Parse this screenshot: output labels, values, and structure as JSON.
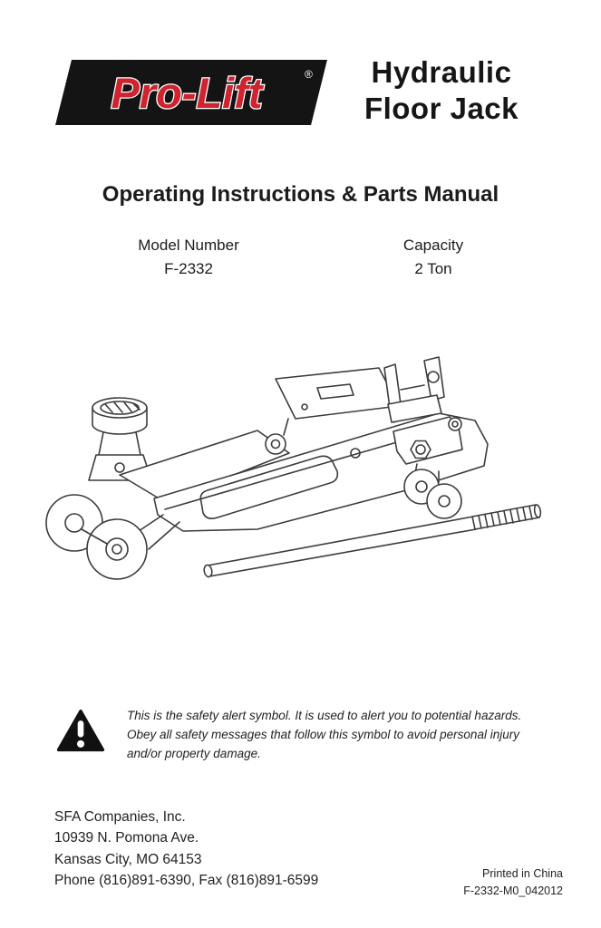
{
  "brand": {
    "logo_text": "Pro-Lift",
    "registered_mark": "®",
    "title_line1": "Hydraulic",
    "title_line2": "Floor Jack"
  },
  "heading": "Operating Instructions & Parts Manual",
  "model": {
    "label": "Model Number",
    "value": "F-2332"
  },
  "capacity": {
    "label": "Capacity",
    "value": "2 Ton"
  },
  "safety": {
    "text": "This is the safety alert symbol. It is used to alert you to potential hazards. Obey all safety messages that follow this symbol to avoid personal injury and/or property damage."
  },
  "company": {
    "name": "SFA Companies, Inc.",
    "address_line1": "10939 N. Pomona Ave.",
    "address_line2": "Kansas City, MO 64153",
    "phone_fax": "Phone (816)891-6390, Fax (816)891-6599"
  },
  "footer": {
    "printed_in": "Printed in China",
    "document_code": "F-2332-M0_042012"
  },
  "colors": {
    "logo_red": "#cf2330",
    "logo_black": "#141414",
    "ink": "#3c3c3c"
  }
}
